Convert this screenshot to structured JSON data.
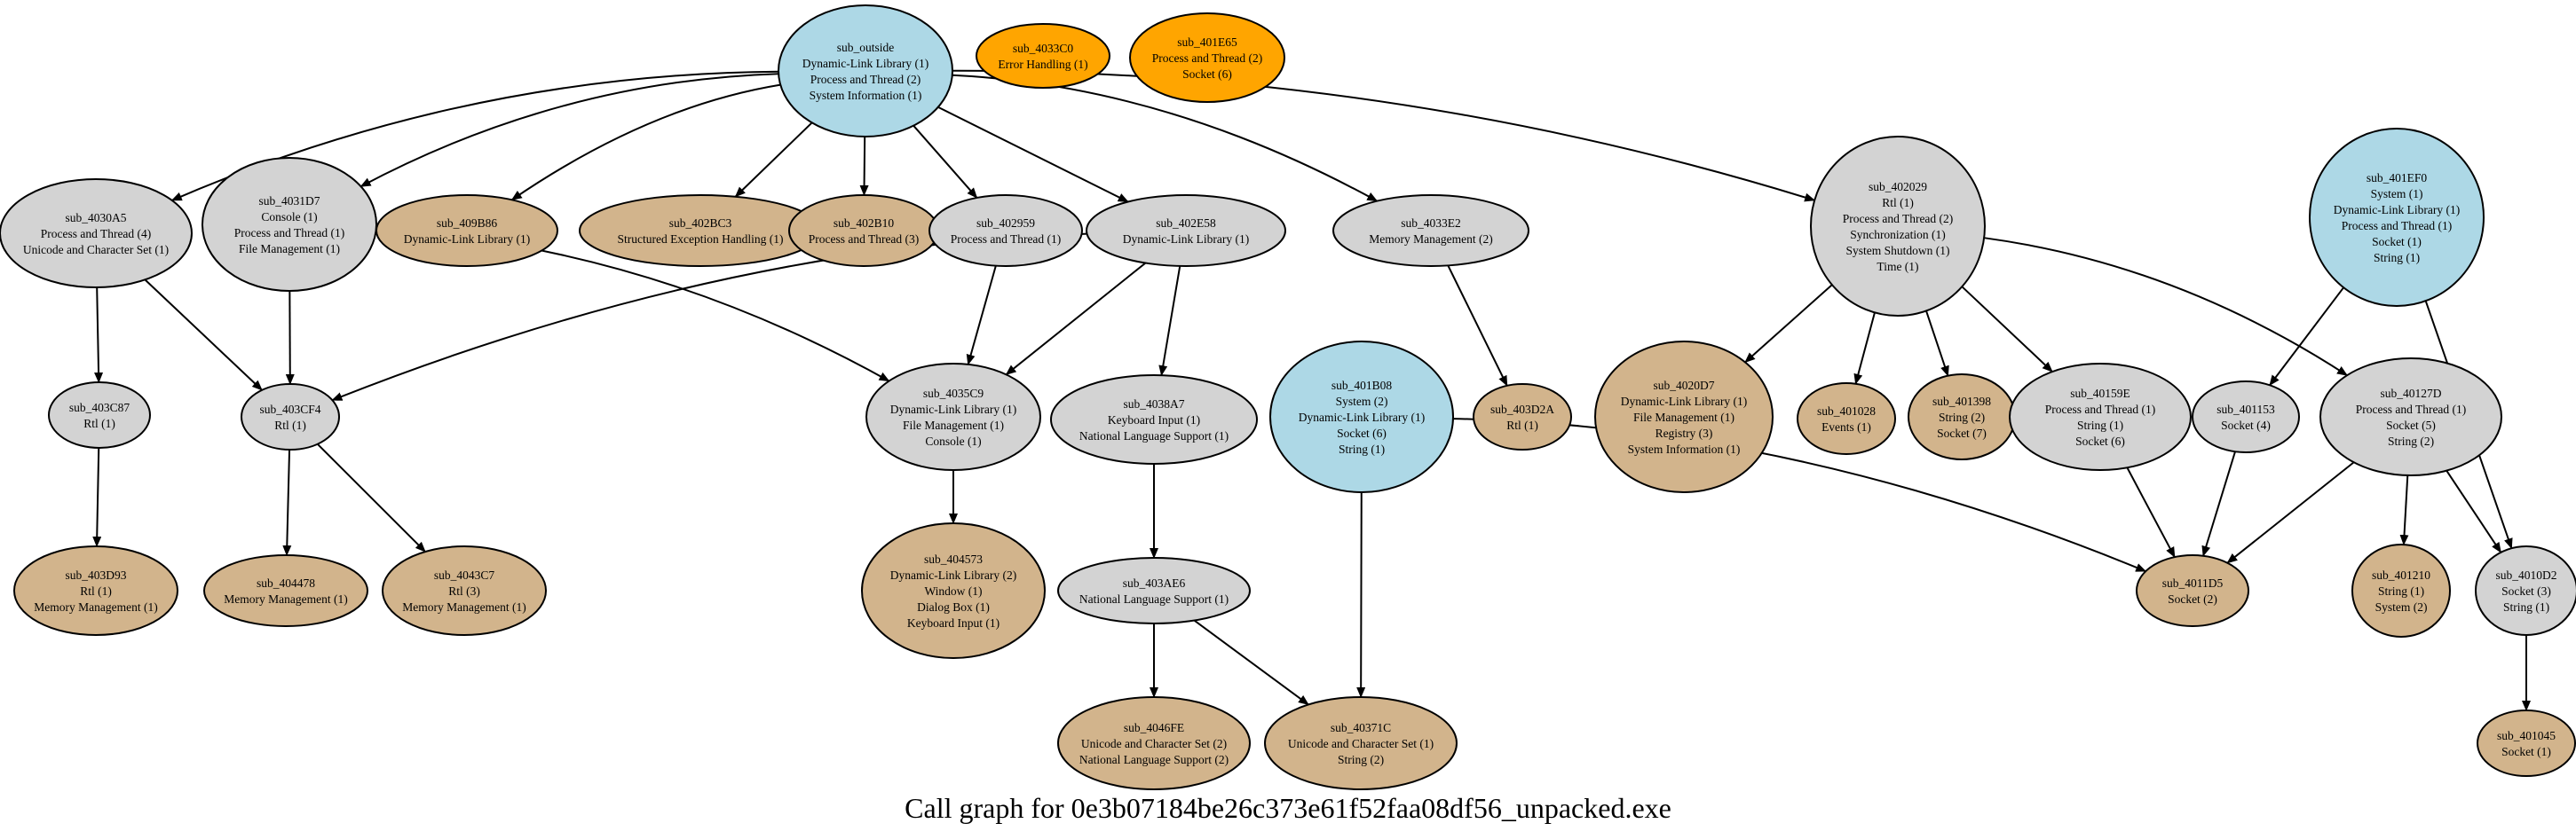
{
  "graph": {
    "caption": "Call graph for 0e3b07184be26c373e61f52faa08df56_unpacked.exe",
    "colors": {
      "blue": "#add8e6",
      "orange": "#ffa500",
      "gray": "#d3d3d3",
      "tan": "#d2b48c"
    },
    "nodes": [
      {
        "id": "sub_outside",
        "color": "blue",
        "lines": [
          "Dynamic-Link Library (1)",
          "Process and Thread (2)",
          "System Information (1)"
        ]
      },
      {
        "id": "sub_4033C0",
        "color": "orange",
        "lines": [
          "Error Handling (1)"
        ]
      },
      {
        "id": "sub_401E65",
        "color": "orange",
        "lines": [
          "Process and Thread (2)",
          "Socket (6)"
        ]
      },
      {
        "id": "sub_4030A5",
        "color": "gray",
        "lines": [
          "Process and Thread (4)",
          "Unicode and Character Set (1)"
        ]
      },
      {
        "id": "sub_4031D7",
        "color": "gray",
        "lines": [
          "Console (1)",
          "Process and Thread (1)",
          "File Management (1)"
        ]
      },
      {
        "id": "sub_409B86",
        "color": "tan",
        "lines": [
          "Dynamic-Link Library (1)"
        ]
      },
      {
        "id": "sub_402BC3",
        "color": "tan",
        "lines": [
          "Structured Exception Handling (1)"
        ]
      },
      {
        "id": "sub_402B10",
        "color": "tan",
        "lines": [
          "Process and Thread (3)"
        ]
      },
      {
        "id": "sub_402959",
        "color": "gray",
        "lines": [
          "Process and Thread (1)"
        ]
      },
      {
        "id": "sub_402E58",
        "color": "gray",
        "lines": [
          "Dynamic-Link Library (1)"
        ]
      },
      {
        "id": "sub_4033E2",
        "color": "gray",
        "lines": [
          "Memory Management (2)"
        ]
      },
      {
        "id": "sub_402029",
        "color": "gray",
        "lines": [
          "Rtl (1)",
          "Process and Thread (2)",
          "Synchronization (1)",
          "System Shutdown (1)",
          "Time (1)"
        ]
      },
      {
        "id": "sub_401EF0",
        "color": "blue",
        "lines": [
          "System (1)",
          "Dynamic-Link Library (1)",
          "Process and Thread (1)",
          "Socket (1)",
          "String (1)"
        ]
      },
      {
        "id": "sub_403C87",
        "color": "gray",
        "lines": [
          "Rtl (1)"
        ]
      },
      {
        "id": "sub_403CF4",
        "color": "gray",
        "lines": [
          "Rtl (1)"
        ]
      },
      {
        "id": "sub_4035C9",
        "color": "gray",
        "lines": [
          "Dynamic-Link Library (1)",
          "File Management (1)",
          "Console (1)"
        ]
      },
      {
        "id": "sub_4038A7",
        "color": "gray",
        "lines": [
          "Keyboard Input (1)",
          "National Language Support (1)"
        ]
      },
      {
        "id": "sub_401B08",
        "color": "blue",
        "lines": [
          "System (2)",
          "Dynamic-Link Library (1)",
          "Socket (6)",
          "String (1)"
        ]
      },
      {
        "id": "sub_403D2A",
        "color": "tan",
        "lines": [
          "Rtl (1)"
        ]
      },
      {
        "id": "sub_4020D7",
        "color": "tan",
        "lines": [
          "Dynamic-Link Library (1)",
          "File Management (1)",
          "Registry (3)",
          "System Information (1)"
        ]
      },
      {
        "id": "sub_401028",
        "color": "tan",
        "lines": [
          "Events (1)"
        ]
      },
      {
        "id": "sub_401398",
        "color": "tan",
        "lines": [
          "String (2)",
          "Socket (7)"
        ]
      },
      {
        "id": "sub_40159E",
        "color": "gray",
        "lines": [
          "Process and Thread (1)",
          "String (1)",
          "Socket (6)"
        ]
      },
      {
        "id": "sub_401153",
        "color": "gray",
        "lines": [
          "Socket (4)"
        ]
      },
      {
        "id": "sub_40127D",
        "color": "gray",
        "lines": [
          "Process and Thread (1)",
          "Socket (5)",
          "String (2)"
        ]
      },
      {
        "id": "sub_403D93",
        "color": "tan",
        "lines": [
          "Rtl (1)",
          "Memory Management (1)"
        ]
      },
      {
        "id": "sub_404478",
        "color": "tan",
        "lines": [
          "Memory Management (1)"
        ]
      },
      {
        "id": "sub_4043C7",
        "color": "tan",
        "lines": [
          "Rtl (3)",
          "Memory Management (1)"
        ]
      },
      {
        "id": "sub_404573",
        "color": "tan",
        "lines": [
          "Dynamic-Link Library (2)",
          "Window (1)",
          "Dialog Box (1)",
          "Keyboard Input (1)"
        ]
      },
      {
        "id": "sub_403AE6",
        "color": "gray",
        "lines": [
          "National Language Support (1)"
        ]
      },
      {
        "id": "sub_4011D5",
        "color": "tan",
        "lines": [
          "Socket (2)"
        ]
      },
      {
        "id": "sub_401210",
        "color": "tan",
        "lines": [
          "String (1)",
          "System (2)"
        ]
      },
      {
        "id": "sub_4010D2",
        "color": "gray",
        "lines": [
          "Socket (3)",
          "String (1)"
        ]
      },
      {
        "id": "sub_4046FE",
        "color": "tan",
        "lines": [
          "Unicode and Character Set (2)",
          "National Language Support (2)"
        ]
      },
      {
        "id": "sub_40371C",
        "color": "tan",
        "lines": [
          "Unicode and Character Set (1)",
          "String (2)"
        ]
      },
      {
        "id": "sub_401045",
        "color": "tan",
        "lines": [
          "Socket (1)"
        ]
      }
    ],
    "edges": [
      [
        "sub_outside",
        "sub_4030A5"
      ],
      [
        "sub_outside",
        "sub_4031D7"
      ],
      [
        "sub_outside",
        "sub_409B86"
      ],
      [
        "sub_outside",
        "sub_402BC3"
      ],
      [
        "sub_outside",
        "sub_402B10"
      ],
      [
        "sub_outside",
        "sub_402959"
      ],
      [
        "sub_outside",
        "sub_402E58"
      ],
      [
        "sub_outside",
        "sub_4033E2"
      ],
      [
        "sub_outside",
        "sub_402029"
      ],
      [
        "sub_4030A5",
        "sub_403C87"
      ],
      [
        "sub_4030A5",
        "sub_403CF4"
      ],
      [
        "sub_4031D7",
        "sub_403CF4"
      ],
      [
        "sub_4031D7",
        "sub_4035C9"
      ],
      [
        "sub_402959",
        "sub_4035C9"
      ],
      [
        "sub_402E58",
        "sub_403CF4"
      ],
      [
        "sub_402E58",
        "sub_4035C9"
      ],
      [
        "sub_402E58",
        "sub_4038A7"
      ],
      [
        "sub_4033E2",
        "sub_403D2A"
      ],
      [
        "sub_402029",
        "sub_4020D7"
      ],
      [
        "sub_402029",
        "sub_401028"
      ],
      [
        "sub_402029",
        "sub_401398"
      ],
      [
        "sub_402029",
        "sub_40159E"
      ],
      [
        "sub_402029",
        "sub_40127D"
      ],
      [
        "sub_401EF0",
        "sub_401153"
      ],
      [
        "sub_401EF0",
        "sub_4010D2"
      ],
      [
        "sub_403C87",
        "sub_403D93"
      ],
      [
        "sub_403CF4",
        "sub_404478"
      ],
      [
        "sub_403CF4",
        "sub_4043C7"
      ],
      [
        "sub_4035C9",
        "sub_404573"
      ],
      [
        "sub_4038A7",
        "sub_403AE6"
      ],
      [
        "sub_403AE6",
        "sub_4046FE"
      ],
      [
        "sub_403AE6",
        "sub_40371C"
      ],
      [
        "sub_401B08",
        "sub_4011D5"
      ],
      [
        "sub_401B08",
        "sub_40371C"
      ],
      [
        "sub_40159E",
        "sub_4011D5"
      ],
      [
        "sub_401153",
        "sub_4011D5"
      ],
      [
        "sub_40127D",
        "sub_4011D5"
      ],
      [
        "sub_40127D",
        "sub_401210"
      ],
      [
        "sub_40127D",
        "sub_4010D2"
      ],
      [
        "sub_4010D2",
        "sub_401045"
      ]
    ]
  }
}
